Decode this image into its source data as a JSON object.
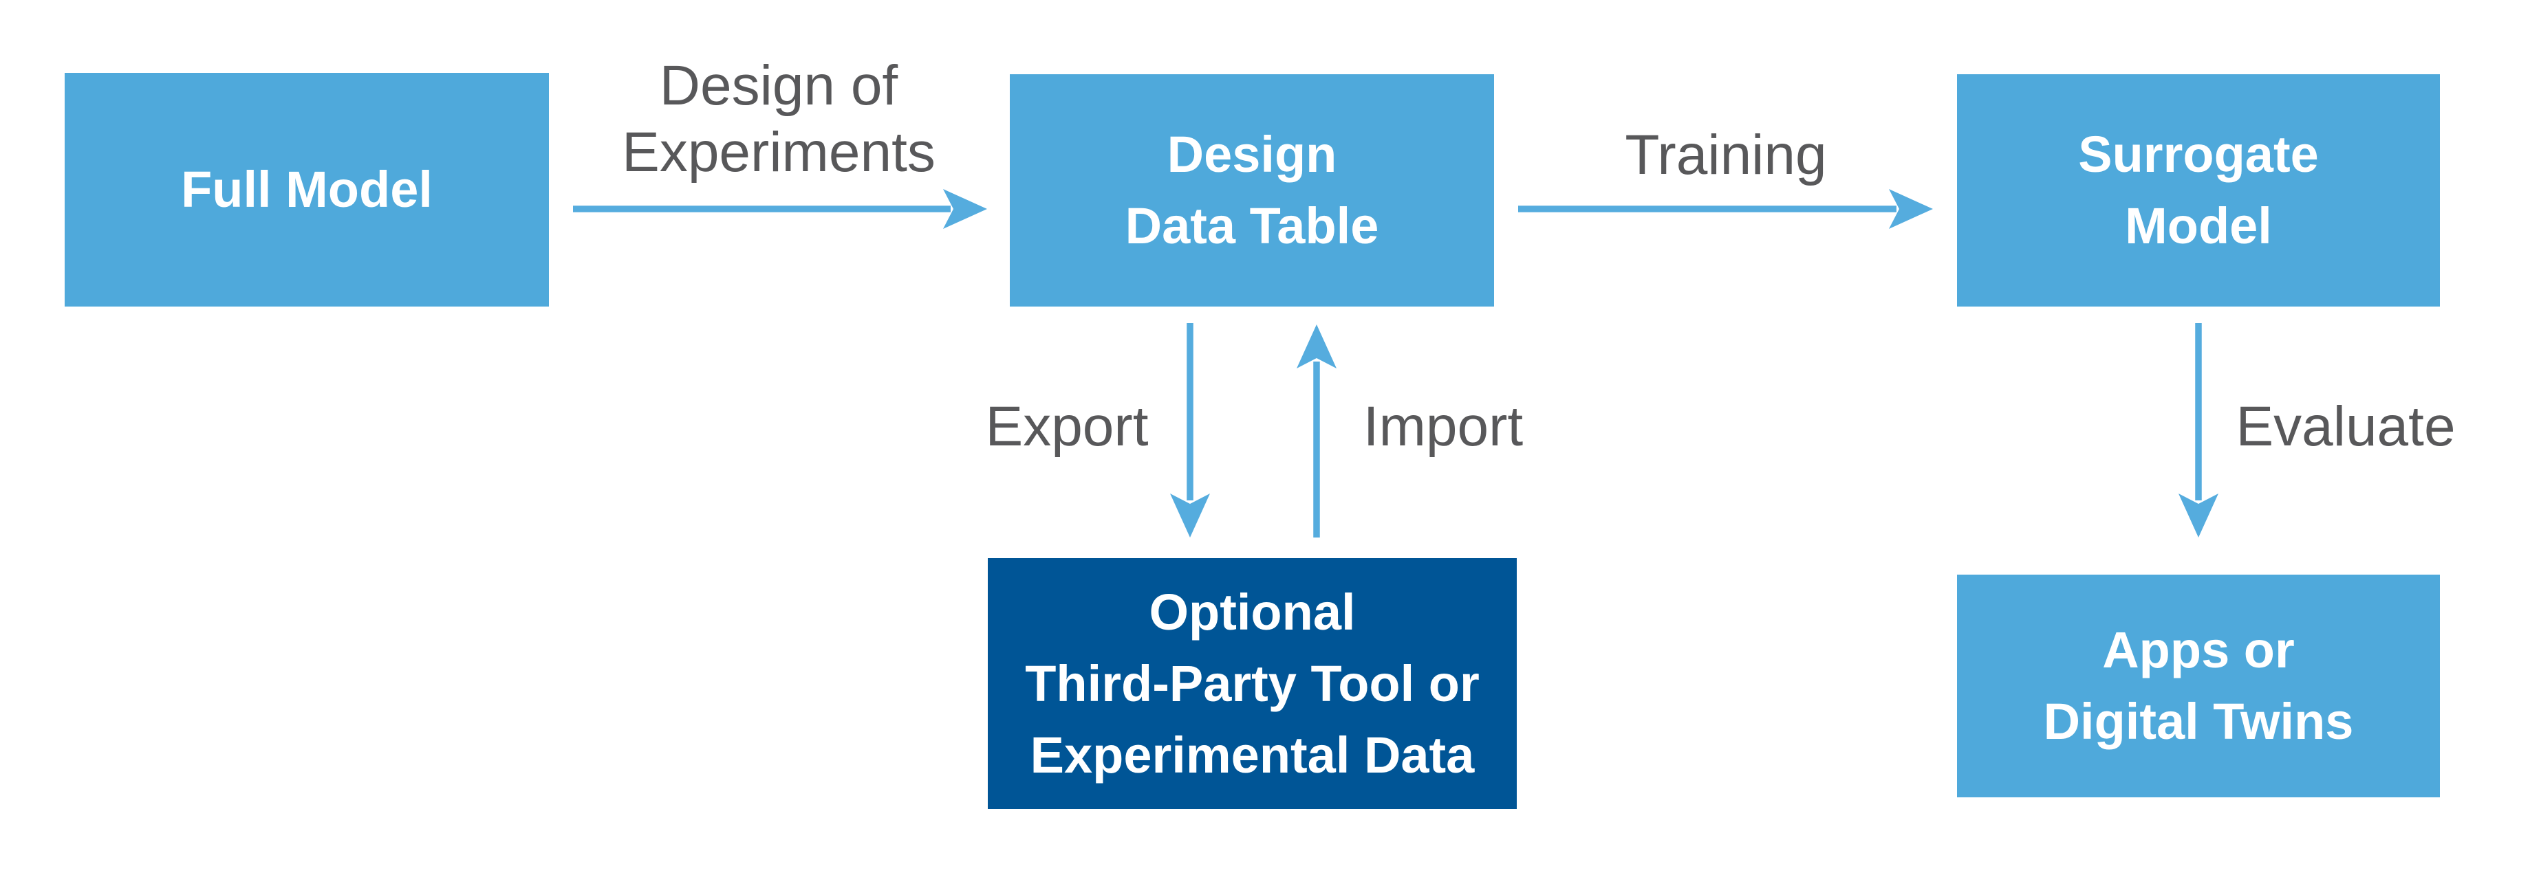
{
  "colors": {
    "page_bg": "#FFFFFF",
    "box_light": "#4FA9DB",
    "box_dark": "#005596",
    "arrow": "#55ACDE",
    "edge_label_text": "#58585A",
    "box_text": "#FFFFFF"
  },
  "nodes": {
    "full_model": {
      "lines": [
        "Full Model"
      ]
    },
    "design_data_table": {
      "lines": [
        "Design",
        "Data Table"
      ]
    },
    "surrogate_model": {
      "lines": [
        "Surrogate",
        "Model"
      ]
    },
    "third_party_tool": {
      "lines": [
        "Optional",
        "Third-Party Tool or",
        "Experimental Data"
      ]
    },
    "apps_digital_twins": {
      "lines": [
        "Apps or",
        "Digital Twins"
      ]
    }
  },
  "edges": {
    "design_of_experiments": {
      "lines": [
        "Design of",
        "Experiments"
      ]
    },
    "training": {
      "label": "Training"
    },
    "export": {
      "label": "Export"
    },
    "import": {
      "label": "Import"
    },
    "evaluate": {
      "label": "Evaluate"
    }
  }
}
